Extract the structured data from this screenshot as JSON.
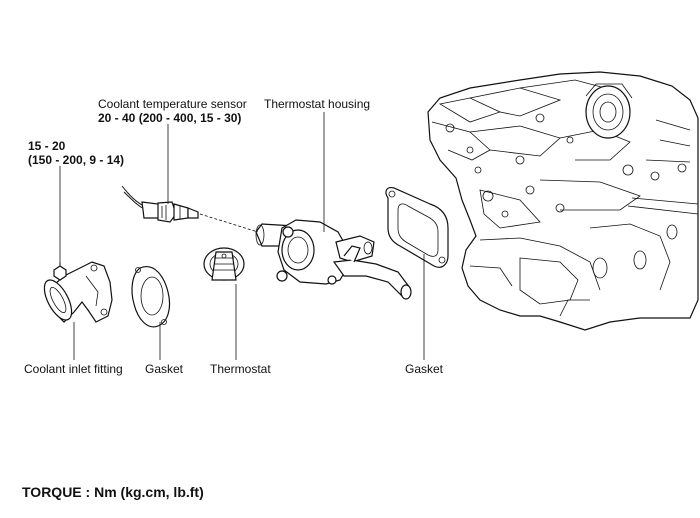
{
  "labels": {
    "coolant_temp_sensor": "Coolant temperature sensor",
    "coolant_temp_sensor_torque": "20 - 40 (200 - 400, 15 - 30)",
    "thermostat_housing": "Thermostat housing",
    "bolt_torque_line1": "15 - 20",
    "bolt_torque_line2": "(150 - 200, 9 - 14)",
    "coolant_inlet_fitting": "Coolant inlet fitting",
    "gasket_left": "Gasket",
    "thermostat": "Thermostat",
    "gasket_right": "Gasket"
  },
  "footer": {
    "torque_units": "TORQUE : Nm (kg.cm, lb.ft)"
  }
}
